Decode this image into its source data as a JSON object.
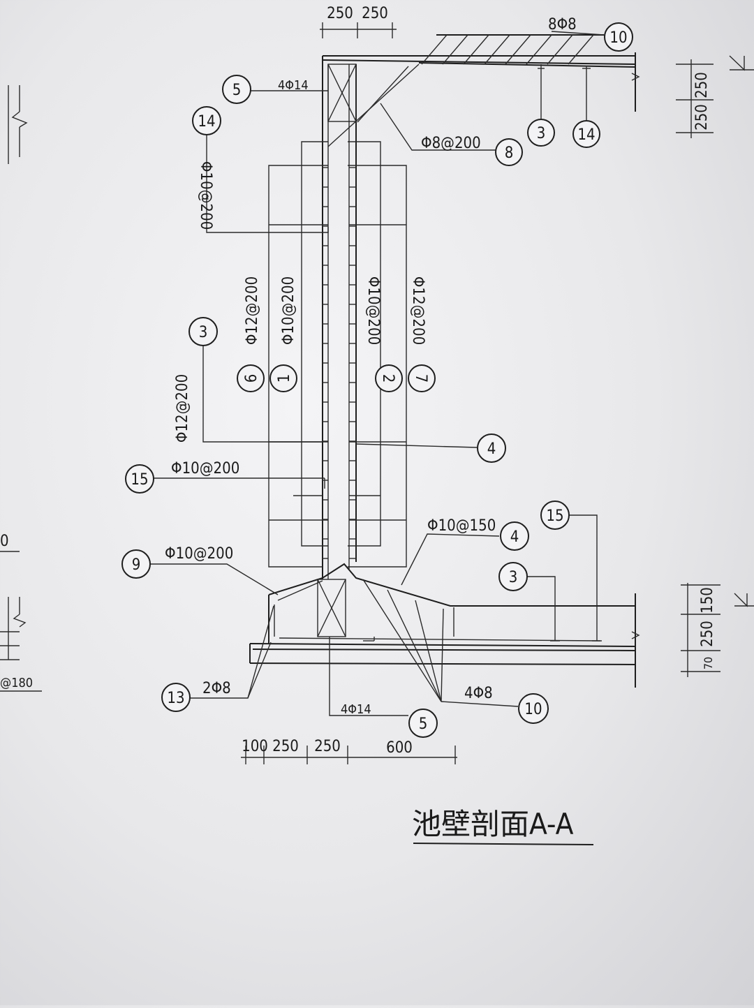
{
  "drawing": {
    "title": "池壁剖面A-A",
    "top_dims": [
      "250",
      "250"
    ],
    "bottom_dims": [
      "100",
      "250",
      "250",
      "600"
    ],
    "right_dims_top": [
      "250",
      "250"
    ],
    "right_dims_bottom": [
      "150",
      "250",
      "70"
    ],
    "left_edge_texts": [
      "0",
      "@180"
    ]
  },
  "callouts": [
    {
      "id": "c10_top",
      "number": "10",
      "label": "8Φ8"
    },
    {
      "id": "c5_top",
      "number": "5",
      "label": "4Φ14"
    },
    {
      "id": "c14_left",
      "number": "14",
      "label": "Φ10@200"
    },
    {
      "id": "c3_top",
      "number": "3",
      "label": ""
    },
    {
      "id": "c14_right",
      "number": "14",
      "label": ""
    },
    {
      "id": "c8",
      "number": "8",
      "label": "Φ8@200"
    },
    {
      "id": "c3_left",
      "number": "3",
      "label": "Φ12@200"
    },
    {
      "id": "c6",
      "number": "6",
      "label": "Φ12@200"
    },
    {
      "id": "c1",
      "number": "1",
      "label": "Φ10@200"
    },
    {
      "id": "c2",
      "number": "2",
      "label": "Φ10@200"
    },
    {
      "id": "c7",
      "number": "7",
      "label": "Φ12@200"
    },
    {
      "id": "c4_mid",
      "number": "4",
      "label": ""
    },
    {
      "id": "c15_left",
      "number": "15",
      "label": "Φ10@200"
    },
    {
      "id": "c15_right",
      "number": "15",
      "label": ""
    },
    {
      "id": "c4_right",
      "number": "4",
      "label": "Φ10@150"
    },
    {
      "id": "c3_right",
      "number": "3",
      "label": ""
    },
    {
      "id": "c9",
      "number": "9",
      "label": "Φ10@200"
    },
    {
      "id": "c13",
      "number": "13",
      "label": "2Φ8"
    },
    {
      "id": "c10_bottom",
      "number": "10",
      "label": "4Φ8"
    },
    {
      "id": "c5_bottom",
      "number": "5",
      "label": "4Φ14"
    }
  ]
}
